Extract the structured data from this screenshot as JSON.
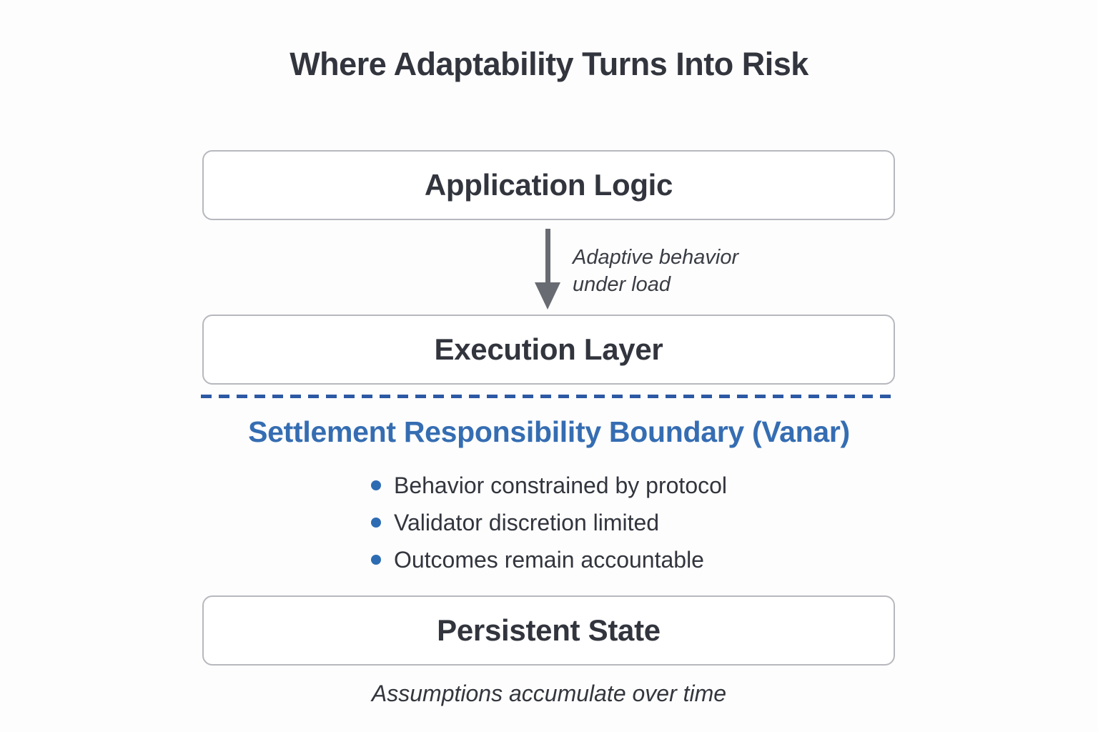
{
  "title": "Where Adaptability Turns Into Risk",
  "boxes": {
    "application_logic": "Application Logic",
    "execution_layer": "Execution Layer",
    "persistent_state": "Persistent State"
  },
  "arrow": {
    "label_line1": "Adaptive behavior",
    "label_line2": "under load"
  },
  "boundary": {
    "heading": "Settlement Responsibility Boundary (Vanar)",
    "bullets": [
      "Behavior constrained by protocol",
      "Validator discretion limited",
      "Outcomes remain accountable"
    ]
  },
  "footer_note": "Assumptions accumulate over time",
  "colors": {
    "background": "#fdfdfd",
    "text_dark": "#32353d",
    "accent_blue": "#356db2",
    "bullet_blue": "#2d6cb3",
    "dashed_line_blue": "#2c58a4",
    "arrow_gray": "#686b71",
    "box_border": "#b7b8be"
  }
}
